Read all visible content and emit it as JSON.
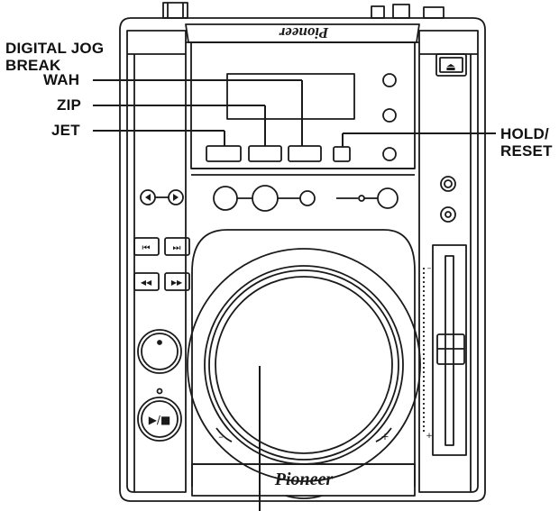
{
  "diagram": {
    "device": {
      "brand_top": "Pioneer",
      "brand_bottom": "Pioneer",
      "eject_symbol": "⏏",
      "play_pause_symbol": "▶/■",
      "track_prev_symbol": "⏮",
      "track_next_symbol": "⏭",
      "search_rev_symbol": "◀◀",
      "search_fwd_symbol": "▶▶",
      "jog_minus": "–",
      "jog_plus": "+",
      "tempo_minus": "–",
      "tempo_plus": "+"
    },
    "callouts": {
      "digital_jog_break_line1": "DIGITAL JOG",
      "digital_jog_break_line2": "BREAK",
      "wah": "WAH",
      "zip": "ZIP",
      "jet": "JET",
      "hold_reset_line1": "HOLD/",
      "hold_reset_line2": "RESET"
    },
    "colors": {
      "outline": "#1a1a1a",
      "background": "#ffffff"
    }
  }
}
